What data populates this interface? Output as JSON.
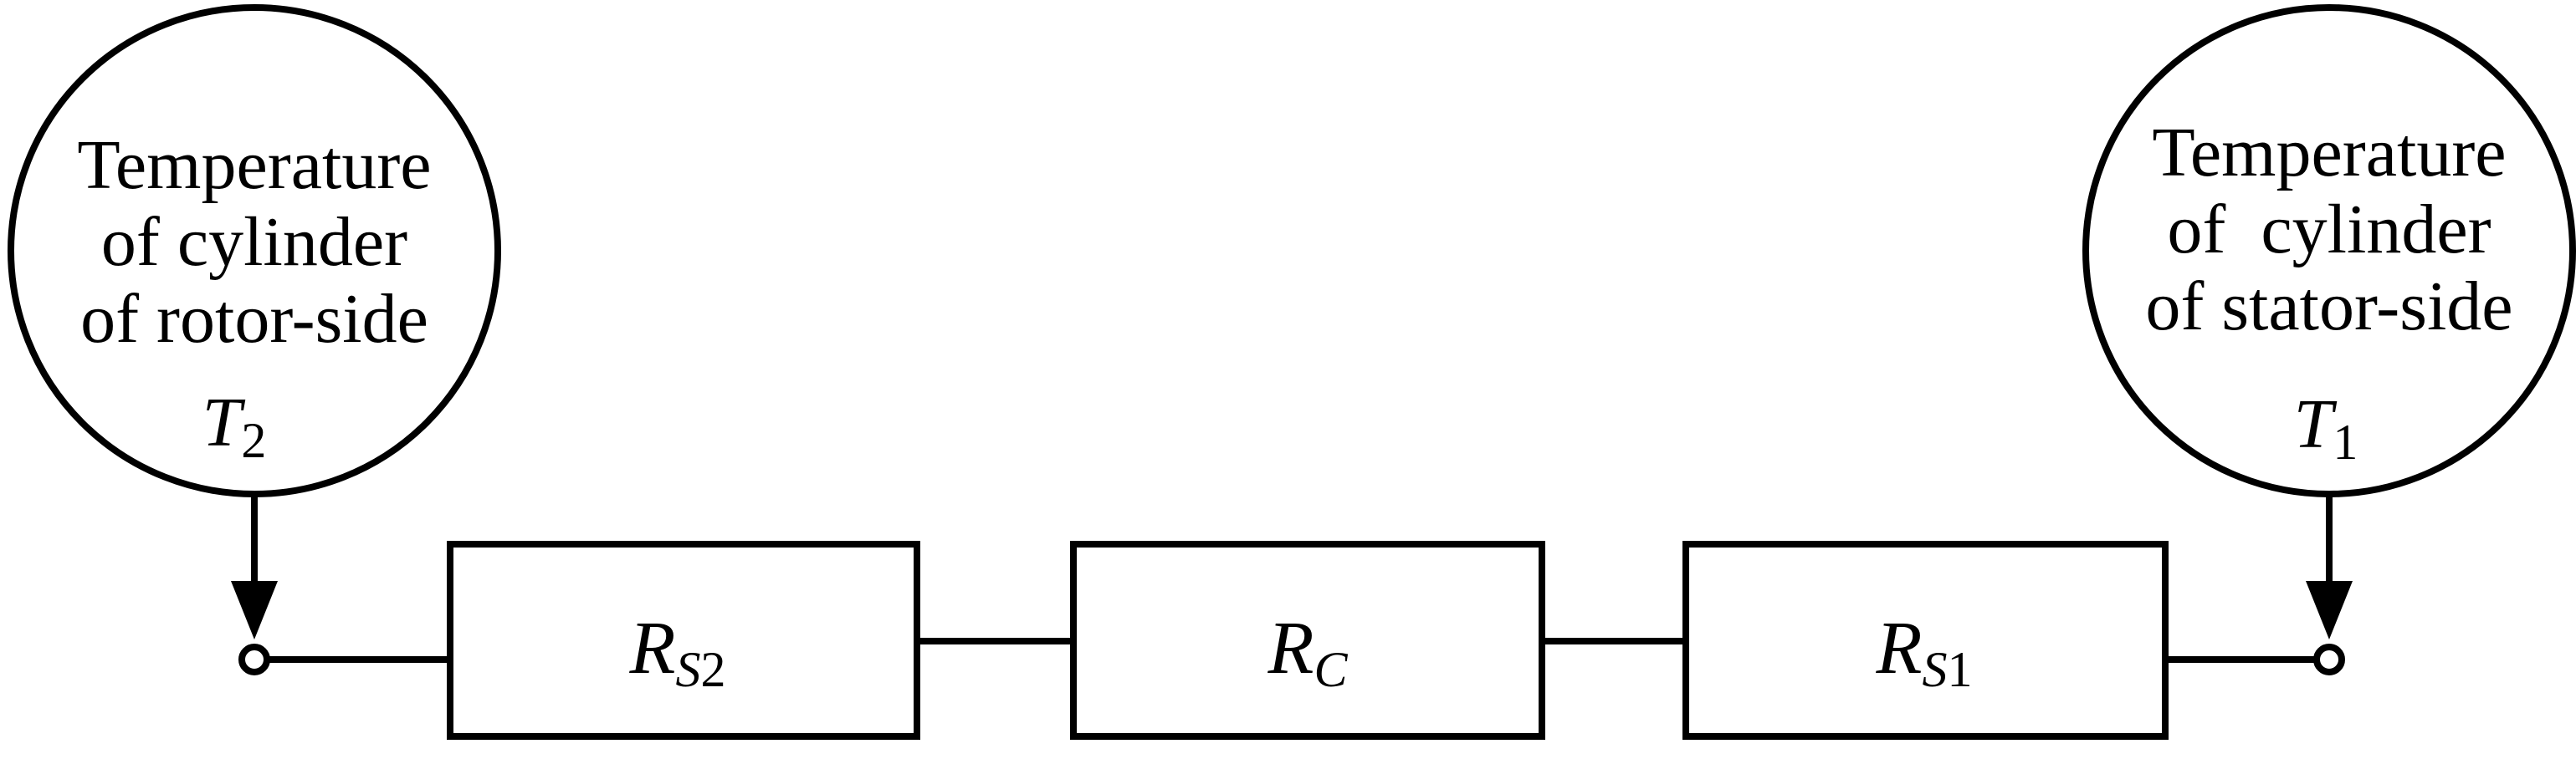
{
  "left_node": {
    "lines": [
      "Temperature",
      "of cylinder",
      "of rotor-side"
    ],
    "symbol": "T",
    "subscript": "2"
  },
  "right_node": {
    "lines": [
      "Temperature",
      "of  cylinder",
      "of stator-side"
    ],
    "symbol": "T",
    "subscript": "1"
  },
  "resistors": [
    {
      "symbol": "R",
      "sub_var": "S",
      "sub_num": "2"
    },
    {
      "symbol": "R",
      "sub_var": "C",
      "sub_num": ""
    },
    {
      "symbol": "R",
      "sub_var": "S",
      "sub_num": "1"
    }
  ]
}
